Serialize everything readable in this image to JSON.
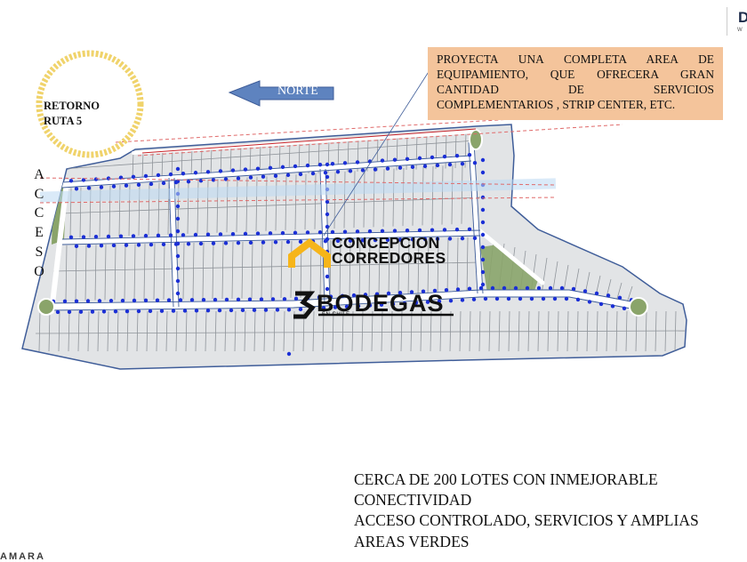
{
  "callout": {
    "lines": [
      "PROYECTA UNA COMPLETA AREA DE",
      "EQUIPAMIENTO, QUE OFRECERA GRAN",
      "CANTIDAD DE SERVICIOS",
      "COMPLEMENTARIOS , STRIP CENTER, ETC."
    ],
    "bg_color": "#f4c49b"
  },
  "retorno": {
    "line1": "RETORNO",
    "line2": "RUTA 5",
    "ring_color": "#f0d36b"
  },
  "norte": {
    "label": "NORTE",
    "arrow_color": "#5e83bf"
  },
  "acceso": {
    "letters": [
      "A",
      "C",
      "C",
      "E",
      "S",
      "O"
    ]
  },
  "logos": {
    "concepcion": {
      "line1": "CONCEPCION",
      "line2": "CORREDORES",
      "icon": "house-roof-icon",
      "icon_color": "#f6b51a"
    },
    "bodegas": {
      "mark": "B",
      "text": "BODEGAS",
      "sub": "EN CHILE"
    },
    "bottom_left": "AMARA",
    "corner": {
      "big": "D",
      "small": "W"
    }
  },
  "bottom_text": {
    "lines": [
      "CERCA DE 200 LOTES CON INMEJORABLE",
      "CONECTIVIDAD",
      "ACCESO CONTROLADO, SERVICIOS Y AMPLIAS",
      "AREAS VERDES"
    ]
  },
  "map_colors": {
    "lot_fill": "#e2e4e6",
    "lot_line": "#8f949a",
    "road": "#ffffff",
    "boundary": "#3f5d99",
    "dot": "#1b2fd6",
    "green": "#8aa46a",
    "dashed_red": "#e06a6a",
    "highway_band": "#bcd8f3"
  }
}
